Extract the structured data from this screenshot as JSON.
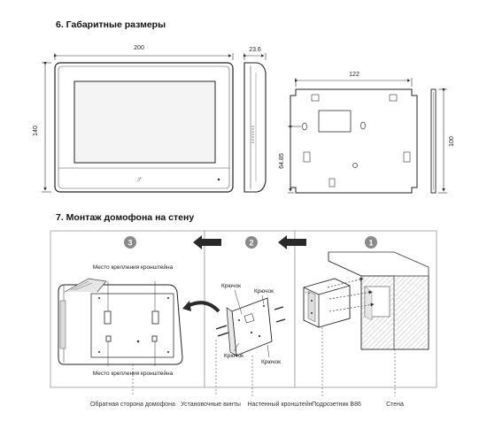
{
  "sections": {
    "dimensions_title": "6. Габаритные размеры",
    "mounting_title": "7. Монтаж домофона на стену"
  },
  "dimensions": {
    "front_width": "200",
    "front_height": "140",
    "side_depth": "23.6",
    "bracket_width": "122",
    "bracket_height": "100",
    "bracket_offset": "64.85"
  },
  "steps": {
    "step1": "1",
    "step2": "2",
    "step3": "3"
  },
  "labels": {
    "mount_point_top": "Место крепления кронштейна",
    "mount_point_bottom": "Место крепления кронштейна",
    "hook_1": "Крючок",
    "hook_2": "Крючок",
    "hook_3": "Крючок",
    "hook_4": "Крючок"
  },
  "bottom_labels": {
    "back_side": "Обратная сторона домофона",
    "screws": "Установочные винты",
    "wall_bracket": "Настенный кронштейн",
    "box": "Подрозетник В86",
    "wall": "Стена"
  },
  "colors": {
    "step_badge": "#8a8a8a",
    "arrow": "#2a2a2a",
    "line": "#333333",
    "panel_border": "#9a9a9a"
  }
}
